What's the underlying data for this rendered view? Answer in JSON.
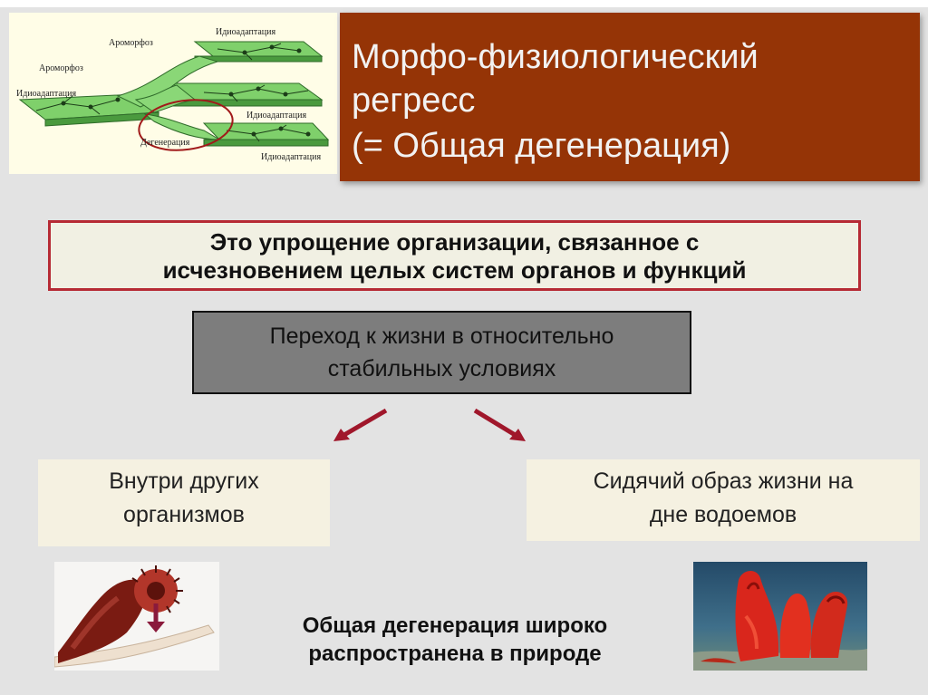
{
  "diagram": {
    "labels": {
      "aromorphosis_top": "Ароморфоз",
      "aromorphosis_mid": "Ароморфоз",
      "idioadaptation_left": "Идиоадаптация",
      "idioadaptation_top": "Идиоадаптация",
      "idioadaptation_mid": "Идиоадаптация",
      "degeneration": "Дегенерация",
      "idioadaptation_bottom": "Идиоадаптация"
    }
  },
  "title": {
    "line1": "Морфо-физиологический",
    "line2": "регресс",
    "line3": "(= Общая дегенерация)"
  },
  "definition": {
    "line1": "Это упрощение организации, связанное с",
    "line2": "исчезновением целых систем органов и функций"
  },
  "transition": {
    "line1": "Переход к жизни в относительно",
    "line2": "стабильных условиях"
  },
  "outcomes": {
    "left": {
      "line1": "Внутри других",
      "line2": "организмов"
    },
    "right": {
      "line1": "Сидячий образ жизни на",
      "line2": "дне водоемов"
    }
  },
  "conclusion": {
    "line1": "Общая дегенерация широко",
    "line2": "распространена в природе"
  },
  "colors": {
    "title_bg": "#953406",
    "definition_border": "#b62a34",
    "arrow": "#a0172b",
    "diagram_green": "#66c85a"
  }
}
